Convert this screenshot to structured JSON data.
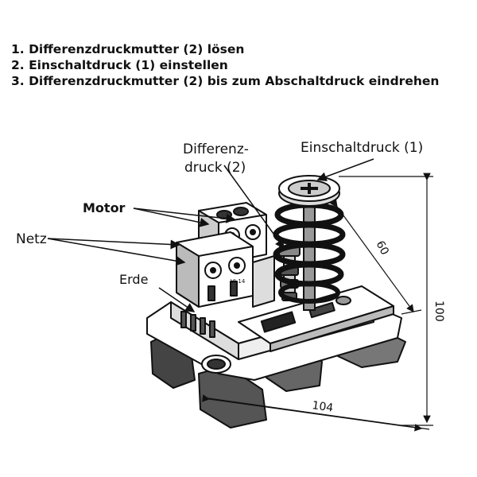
{
  "instructions": [
    "1. Differenzdruckmutter (2)  lösen",
    "2. Einschaltdruck (1) einstellen",
    "3. Differenzdruckmutter (2) bis zum Abschaltdruck eindrehen"
  ],
  "labels": {
    "differenzdruck_line1": "Differenz-",
    "differenzdruck_line2": "druck (2)",
    "einschaltdruck": "Einschaltdruck (1)",
    "motor": "Motor",
    "netz": "Netz",
    "erde": "Erde"
  },
  "dimensions": {
    "d60": "60",
    "d100": "100",
    "d104": "104"
  },
  "terminal_mark": "VI-14"
}
